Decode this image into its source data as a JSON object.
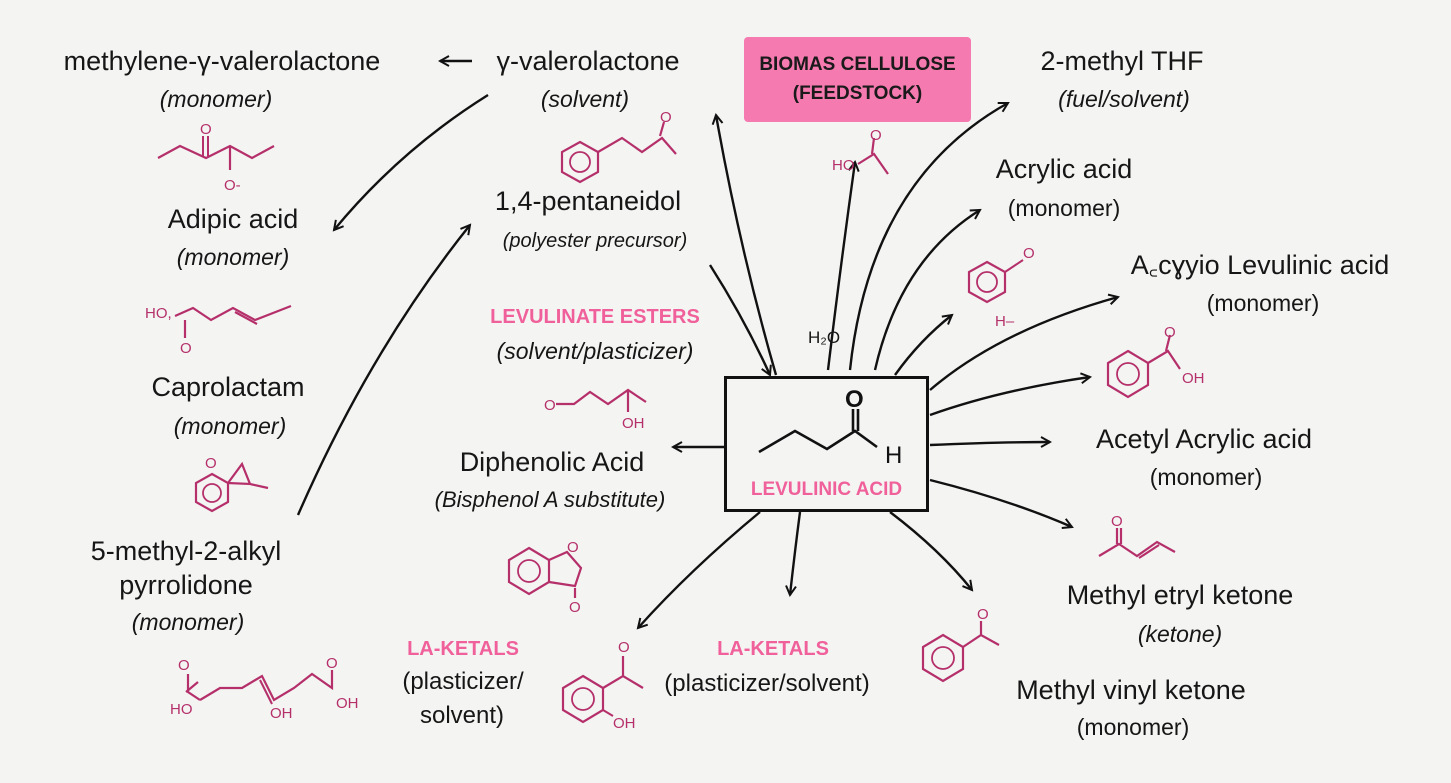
{
  "feedstock": {
    "line1": "BIOMAS CELLULOSE",
    "line2": "(FEEDSTOCK)"
  },
  "center": {
    "label": "LEVULINIC ACID",
    "h_atom": "H",
    "o_atom": "O"
  },
  "water": "H₂O",
  "left": {
    "mgvl": {
      "name": "methylene-γ-valerolactone",
      "role": "(monomer)"
    },
    "adipic": {
      "name": "Adipic acid",
      "role": "(monomer)"
    },
    "caprolactam": {
      "name": "Caprolactam",
      "role": "(monomer)"
    },
    "mapyr": {
      "line1": "5-methyl-2-alkyl",
      "line2": "pyrrolidone",
      "role": "(monomer)"
    }
  },
  "middle": {
    "gvl": {
      "name": "γ-valerolactone",
      "role": "(solvent)"
    },
    "pdo": {
      "name": "1,4-pentaneidol",
      "role": "(polyester precursor)"
    },
    "esters": {
      "name": "LEVULINATE ESTERS",
      "role": "(solvent/plasticizer)"
    },
    "dpa": {
      "name": "Diphenolic Acid",
      "role": "(Bisphenol A substitute)"
    },
    "ketals1": {
      "name": "LA-KETALS",
      "line1": "(plasticizer/",
      "line2": "solvent)"
    },
    "ketals2": {
      "name": "LA-KETALS",
      "role": "(plasticizer/solvent)"
    }
  },
  "right": {
    "mthf": {
      "name": "2-methyl THF",
      "role": "(fuel/solvent)"
    },
    "acrylic": {
      "name": "Acrylic acid",
      "role": "(monomer)"
    },
    "acylev": {
      "name": "A꜀cɣyio Levulinic acid",
      "role": "(monomer)"
    },
    "acetylacrylic": {
      "name": "Acetyl Acrylic acid",
      "role": "(monomer)"
    },
    "mek": {
      "name": "Methyl etryl ketone",
      "role": "(ketone)"
    },
    "mvk": {
      "name": "Methyl vinyl ketone",
      "role": "(monomer)"
    }
  },
  "mol_labels": {
    "o": "O",
    "oh": "OH",
    "ho": "HO",
    "h_minus": "H–",
    "o_minus": "O-",
    "ho_dot": "HO,"
  },
  "colors": {
    "accent": "#f0609a",
    "feed_bg": "#f57ab0",
    "molecule": "#b5306a",
    "ink": "#161616"
  }
}
